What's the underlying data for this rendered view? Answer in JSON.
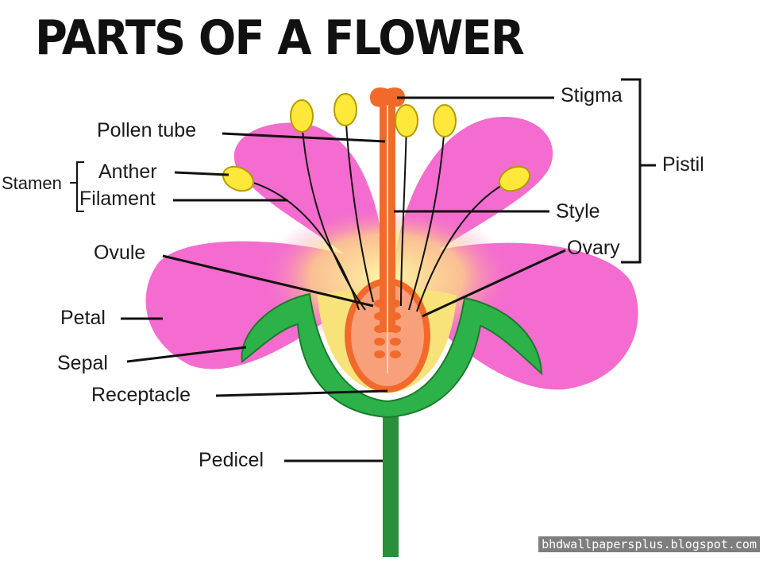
{
  "title": "PARTS OF A FLOWER",
  "labels": {
    "stigma": "Stigma",
    "pistil": "Pistil",
    "pollen_tube": "Pollen tube",
    "stamen": "Stamen",
    "anther": "Anther",
    "filament": "Filament",
    "style": "Style",
    "ovary": "Ovary",
    "ovule": "Ovule",
    "petal": "Petal",
    "sepal": "Sepal",
    "receptacle": "Receptacle",
    "pedicel": "Pedicel"
  },
  "credit": "bhdwallpapersplus.blogspot.com",
  "colors": {
    "petal": "#f46ccf",
    "sepal": "#2db24a",
    "sepal_outline": "#1b7a2b",
    "receptacle": "#f8e27a",
    "ovary": "#f26a2b",
    "ovary_inner": "#f7a07a",
    "style": "#f26a2b",
    "anther": "#ffe83a",
    "stem": "#2a8f3a"
  }
}
